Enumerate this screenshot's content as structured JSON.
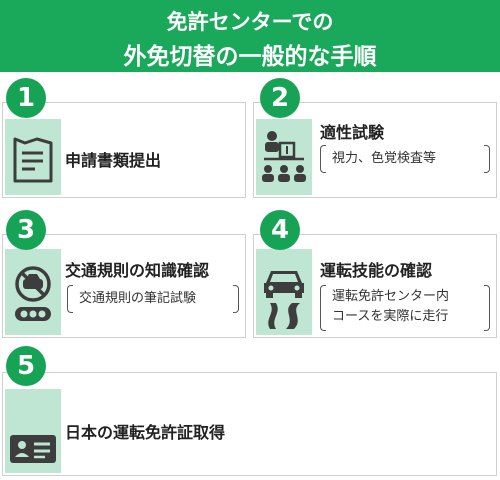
{
  "header": {
    "line1": "免許センターでの",
    "line2": "外免切替の一般的な手順"
  },
  "steps": [
    {
      "number": "1",
      "title": "申請書類提出",
      "icon": "document-icon"
    },
    {
      "number": "2",
      "title": "適性試験",
      "detail": "視力、色覚検査等",
      "icon": "examiner-audience-icon"
    },
    {
      "number": "3",
      "title": "交通規則の知識確認",
      "detail": "交通規則の筆記試験",
      "icon": "traffic-rules-icon"
    },
    {
      "number": "4",
      "title": "運転技能の確認",
      "detail_lines": [
        "運転免許センター内",
        "コースを実際に走行"
      ],
      "icon": "car-course-icon"
    },
    {
      "number": "5",
      "title": "日本の運転免許証取得",
      "icon": "license-card-icon"
    }
  ],
  "colors": {
    "accent": "#1aa85b",
    "icon_bg": "#bfe6d2",
    "icon_fg": "#3d3d3d"
  }
}
